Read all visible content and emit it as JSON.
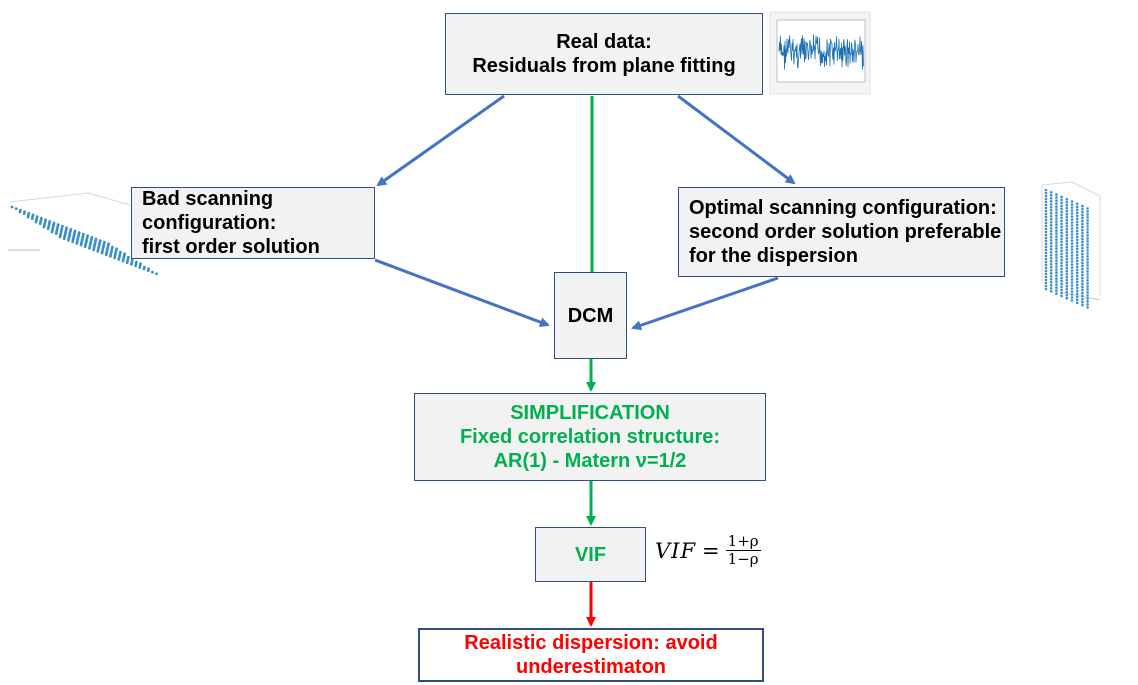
{
  "boxes": {
    "real_data": {
      "line1": "Real data:",
      "line2": "Residuals from plane fitting"
    },
    "bad_config": {
      "line1": "Bad scanning configuration:",
      "line2": "first order solution"
    },
    "optimal_config": {
      "line1": "Optimal scanning configuration:",
      "line2": "second order solution preferable",
      "line3": "for the dispersion"
    },
    "dcm": {
      "label": "DCM"
    },
    "simplification": {
      "line1": "SIMPLIFICATION",
      "line2": "Fixed correlation structure:",
      "line3": "AR(1) - Matern ν=1/2"
    },
    "vif": {
      "label": "VIF"
    },
    "result": {
      "line1": "Realistic dispersion: avoid",
      "line2": "underestimaton"
    }
  },
  "formula": {
    "lhs": "VIF",
    "eq": "=",
    "numerator": "1+ρ",
    "denominator": "1−ρ"
  },
  "colors": {
    "blue_arrow": "#4472c4",
    "green_arrow": "#00b050",
    "red_arrow": "#ff0000",
    "green_text": "#00b050",
    "red_text": "#ff0000",
    "box_border": "#2f4f7f",
    "box_fill": "#f2f2f2",
    "point_cloud": "#3a8fc9",
    "signal_line": "#1f6fb4"
  }
}
